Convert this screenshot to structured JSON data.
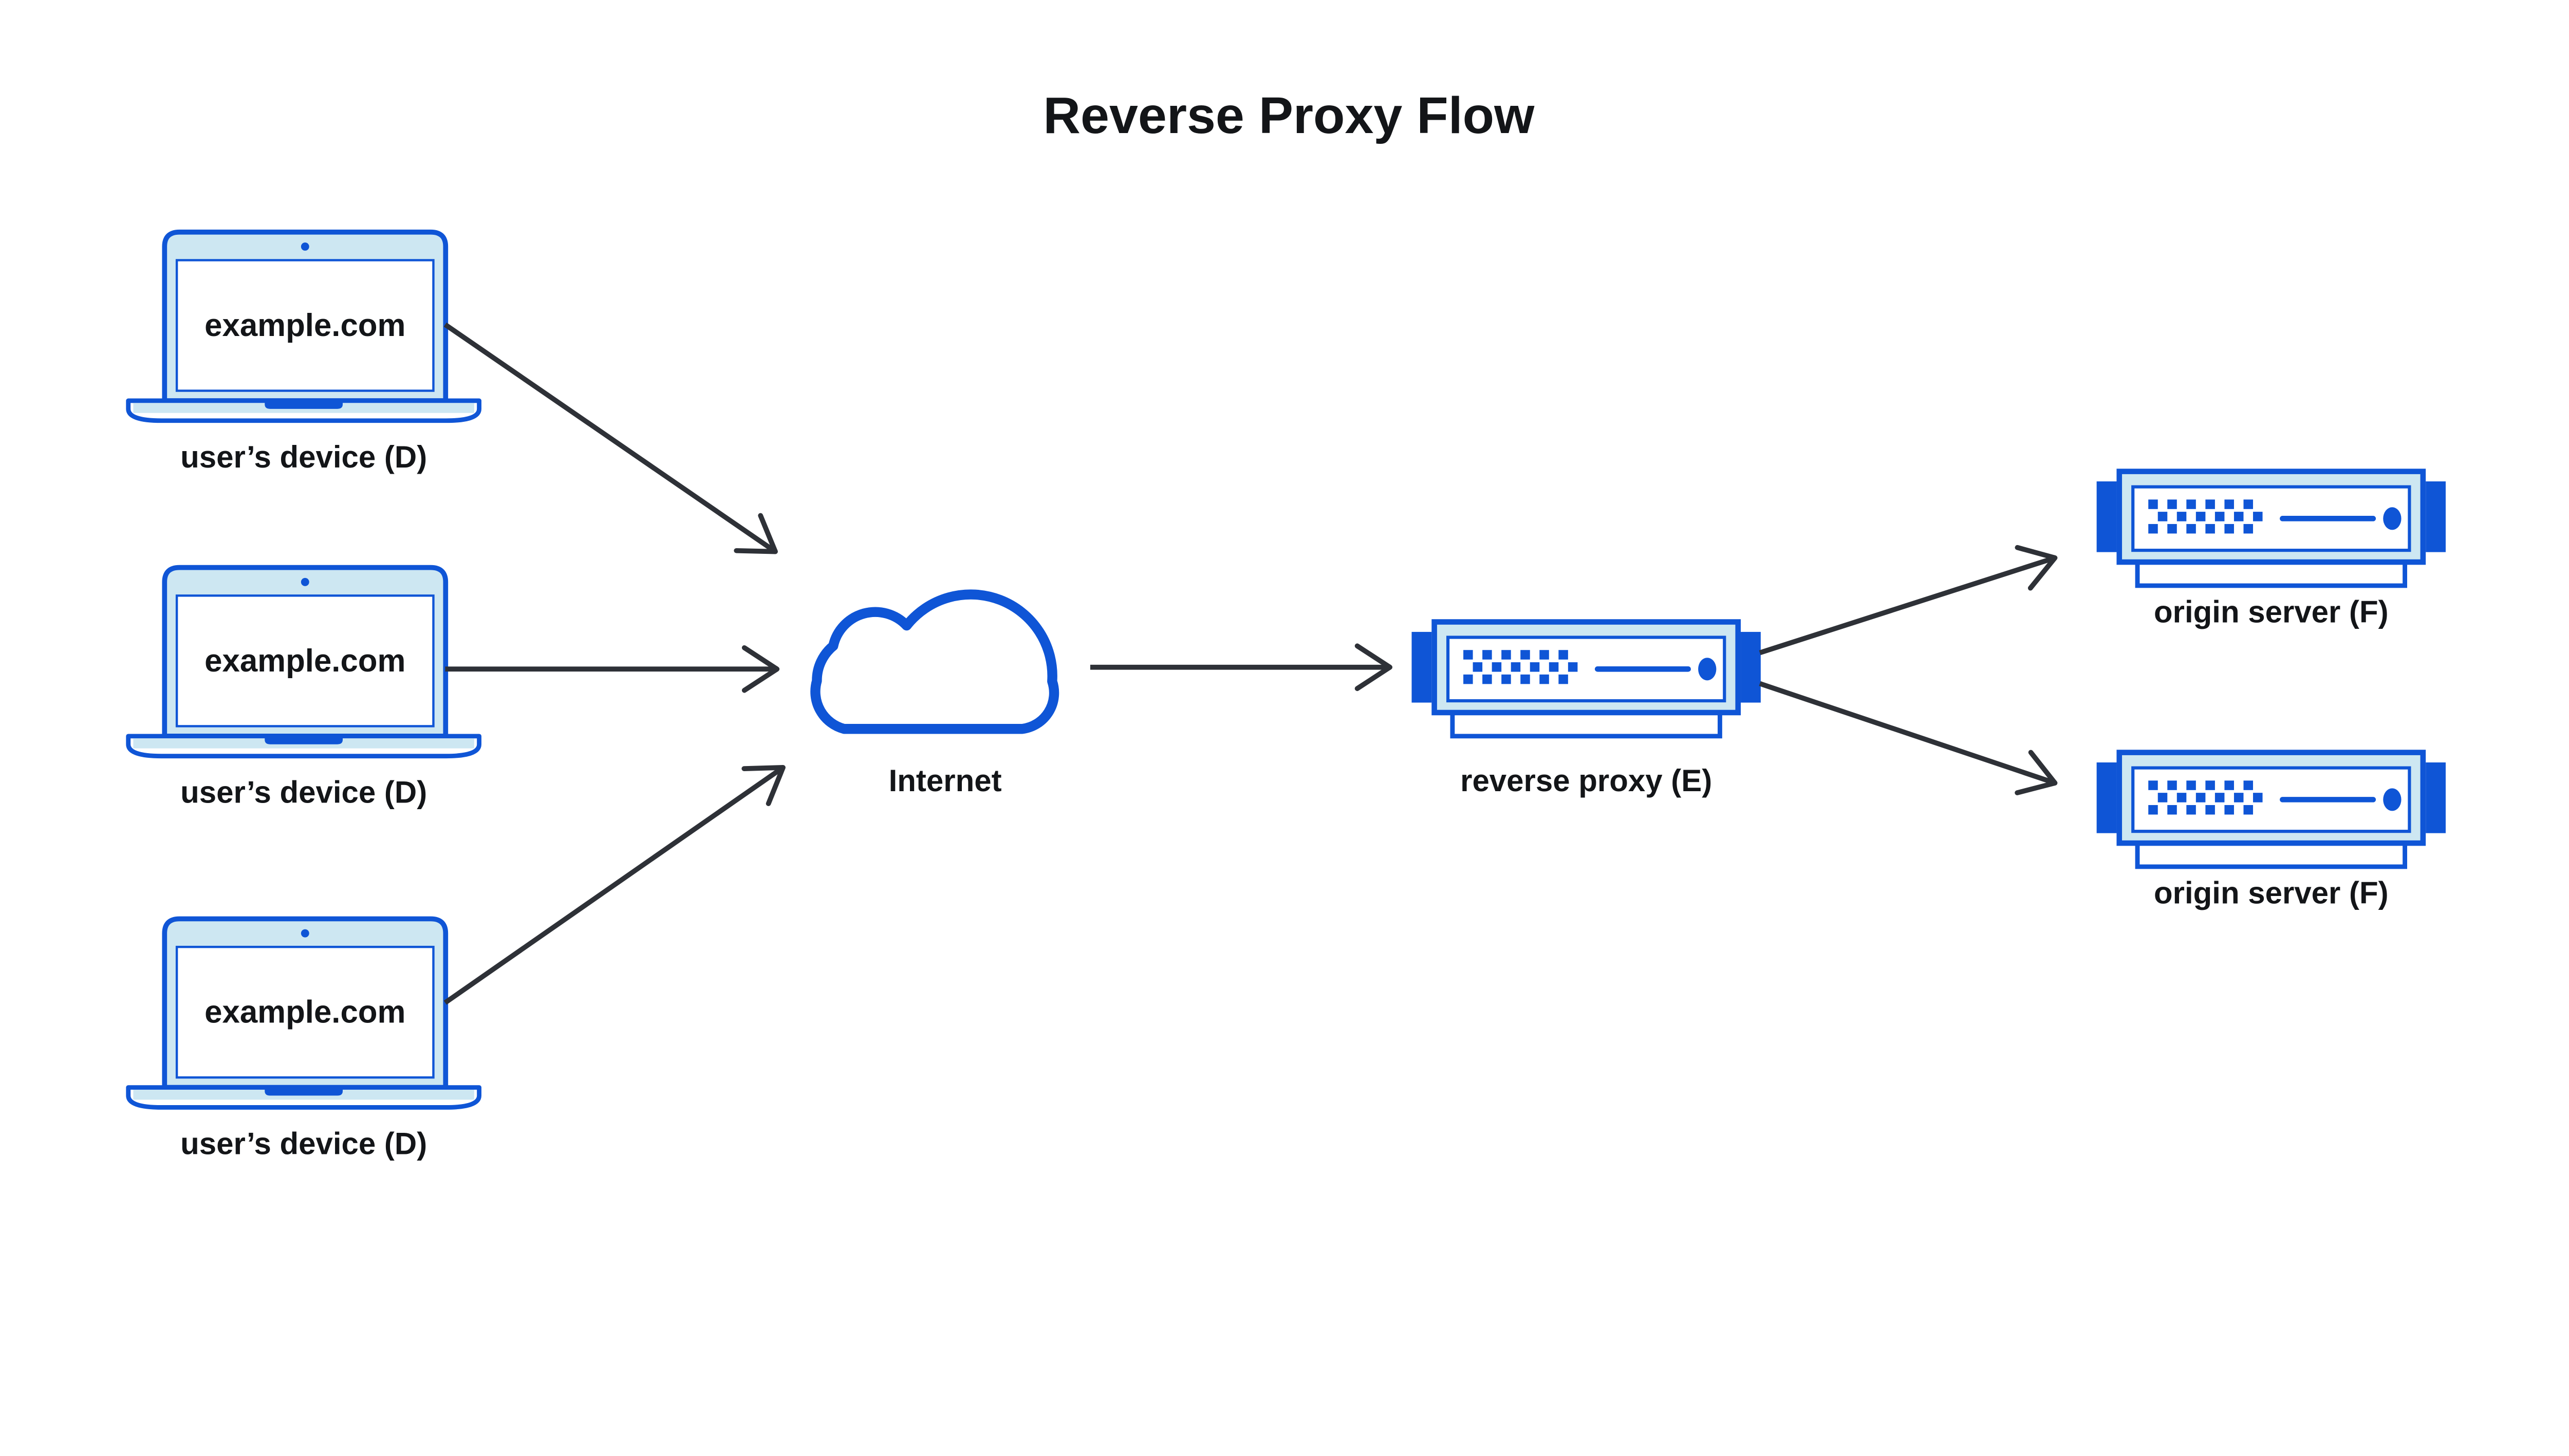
{
  "title": "Reverse Proxy Flow",
  "colors": {
    "accent_blue": "#0f55d6",
    "light_blue": "#cde7f2",
    "arrow_gray": "#2e3137",
    "text_black": "#131518",
    "background": "#ffffff"
  },
  "devices": [
    {
      "screen_text": "example.com",
      "label": "user’s device (D)"
    },
    {
      "screen_text": "example.com",
      "label": "user’s device (D)"
    },
    {
      "screen_text": "example.com",
      "label": "user’s device (D)"
    }
  ],
  "internet": {
    "label": "Internet"
  },
  "reverse_proxy": {
    "label": "reverse proxy (E)"
  },
  "origin_servers": [
    {
      "label": "origin server (F)"
    },
    {
      "label": "origin server (F)"
    }
  ]
}
